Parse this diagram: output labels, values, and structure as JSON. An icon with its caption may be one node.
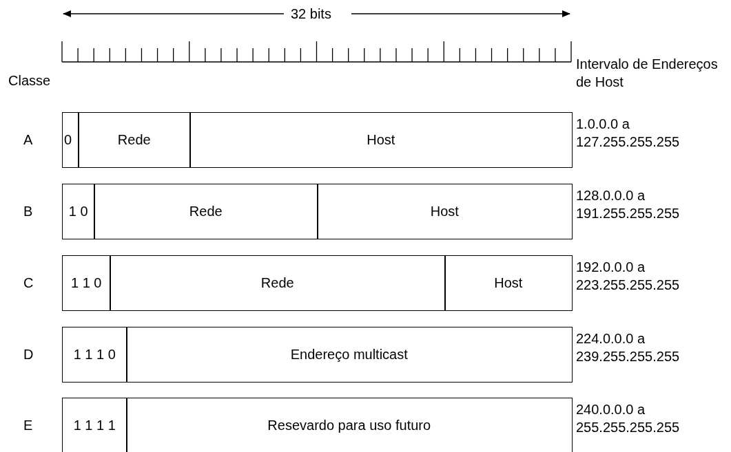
{
  "diagram": {
    "nodes": [
      {
        "text": [
          "0"
        ]
      },
      {
        "text": [
          "Rede"
        ]
      },
      {
        "text": [
          "Host"
        ]
      },
      {
        "text": [
          "1 0"
        ]
      },
      {
        "text": [
          "Rede"
        ]
      },
      {
        "text": [
          "Host"
        ]
      },
      {
        "text": [
          "1 1 0"
        ]
      },
      {
        "text": [
          "Rede"
        ]
      },
      {
        "text": [
          "Host"
        ]
      },
      {
        "text": [
          "1 1 1 0"
        ]
      },
      {
        "text": [
          "Endereço multicast"
        ]
      },
      {
        "text": [
          "1 1 1 1"
        ]
      },
      {
        "text": [
          "Resevardo para uso futuro"
        ]
      }
    ],
    "labels": [
      "32 bits",
      "Intervalo de Endereços de Host",
      "Classe",
      "A",
      "1.0.0.0 a 127.255.255.255",
      "B",
      "128.0.0.0 a 191.255.255.255",
      "C",
      "192.0.0.0 a 223.255.255.255",
      "D",
      "224.0.0.0 a 239.255.255.255",
      "E",
      "240.0.0.0 a 255.255.255.255"
    ]
  }
}
